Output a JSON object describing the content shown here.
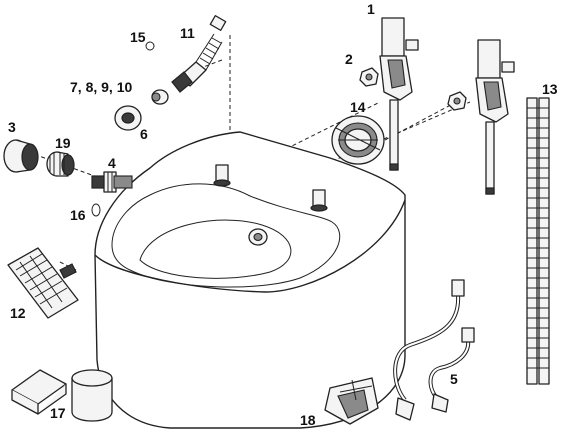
{
  "diagram": {
    "callouts": [
      {
        "id": "1",
        "text": "1"
      },
      {
        "id": "2",
        "text": "2"
      },
      {
        "id": "3",
        "text": "3"
      },
      {
        "id": "4",
        "text": "4"
      },
      {
        "id": "5",
        "text": "5"
      },
      {
        "id": "6",
        "text": "6"
      },
      {
        "id": "7",
        "text": "7, 8, 9, 10"
      },
      {
        "id": "11",
        "text": "11"
      },
      {
        "id": "12",
        "text": "12"
      },
      {
        "id": "13",
        "text": "13"
      },
      {
        "id": "14",
        "text": "14"
      },
      {
        "id": "15",
        "text": "15"
      },
      {
        "id": "16",
        "text": "16"
      },
      {
        "id": "17",
        "text": "17"
      },
      {
        "id": "18",
        "text": "18"
      },
      {
        "id": "19",
        "text": "19"
      }
    ],
    "parts": [
      {
        "key": "wall-bracket-left",
        "icon": "mounting-bracket-icon"
      },
      {
        "key": "wall-bracket-right",
        "icon": "mounting-bracket-icon"
      },
      {
        "key": "nut",
        "icon": "nut-icon"
      },
      {
        "key": "end-cap",
        "icon": "end-cap-icon"
      },
      {
        "key": "valve-cartridge",
        "icon": "valve-icon"
      },
      {
        "key": "hose-pair",
        "icon": "hose-icon"
      },
      {
        "key": "washer",
        "icon": "washer-icon"
      },
      {
        "key": "small-fittings",
        "icon": "fitting-icon"
      },
      {
        "key": "braided-hose",
        "icon": "braided-hose-icon"
      },
      {
        "key": "filter-grille",
        "icon": "grille-icon"
      },
      {
        "key": "spacer-strips",
        "icon": "spacer-strip-icon"
      },
      {
        "key": "drain-seal",
        "icon": "seal-icon"
      },
      {
        "key": "o-ring-small",
        "icon": "o-ring-icon"
      },
      {
        "key": "o-ring-valve",
        "icon": "o-ring-icon"
      },
      {
        "key": "sponge-and-cleaner",
        "icon": "sponge-icon"
      },
      {
        "key": "rim-bracket",
        "icon": "bracket-icon"
      },
      {
        "key": "knurled-nut",
        "icon": "knurled-nut-icon"
      },
      {
        "key": "toilet-bowl",
        "icon": "toilet-bowl-icon"
      }
    ],
    "colors": {
      "line": "#222222",
      "fill": "#f4f4f4",
      "dark": "#3a3a3a",
      "background": "#ffffff"
    }
  }
}
